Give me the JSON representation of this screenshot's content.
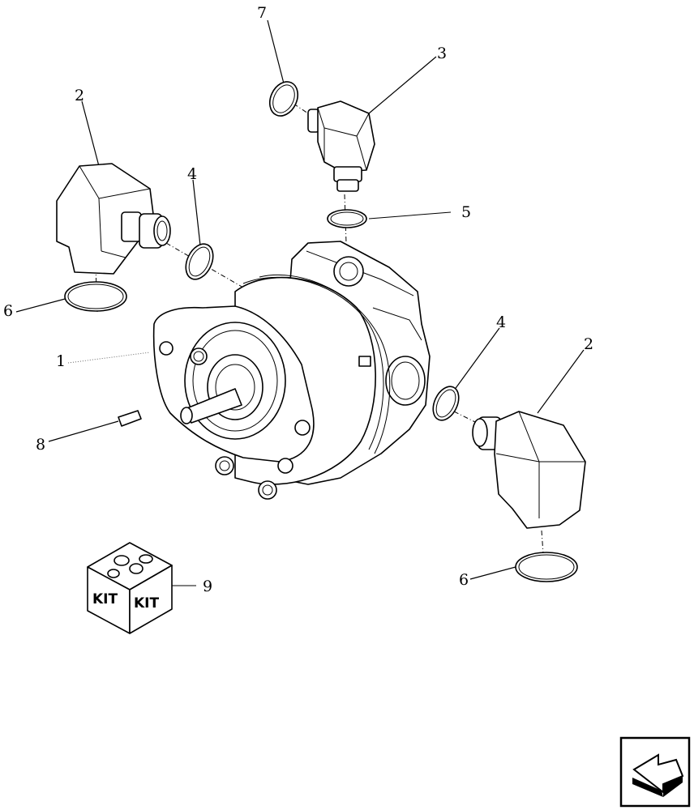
{
  "callouts": [
    {
      "id": "c7",
      "text": "7"
    },
    {
      "id": "c3",
      "text": "3"
    },
    {
      "id": "c2a",
      "text": "2"
    },
    {
      "id": "c4a",
      "text": "4"
    },
    {
      "id": "c5",
      "text": "5"
    },
    {
      "id": "c6a",
      "text": "6"
    },
    {
      "id": "c1",
      "text": "1"
    },
    {
      "id": "c4b",
      "text": "4"
    },
    {
      "id": "c2b",
      "text": "2"
    },
    {
      "id": "c8",
      "text": "8"
    },
    {
      "id": "c6b",
      "text": "6"
    },
    {
      "id": "c9",
      "text": "9"
    }
  ],
  "kit_box": {
    "face_left": "KIT",
    "face_right": "KIT"
  },
  "nav": {
    "icon": "back-arrow-icon"
  }
}
